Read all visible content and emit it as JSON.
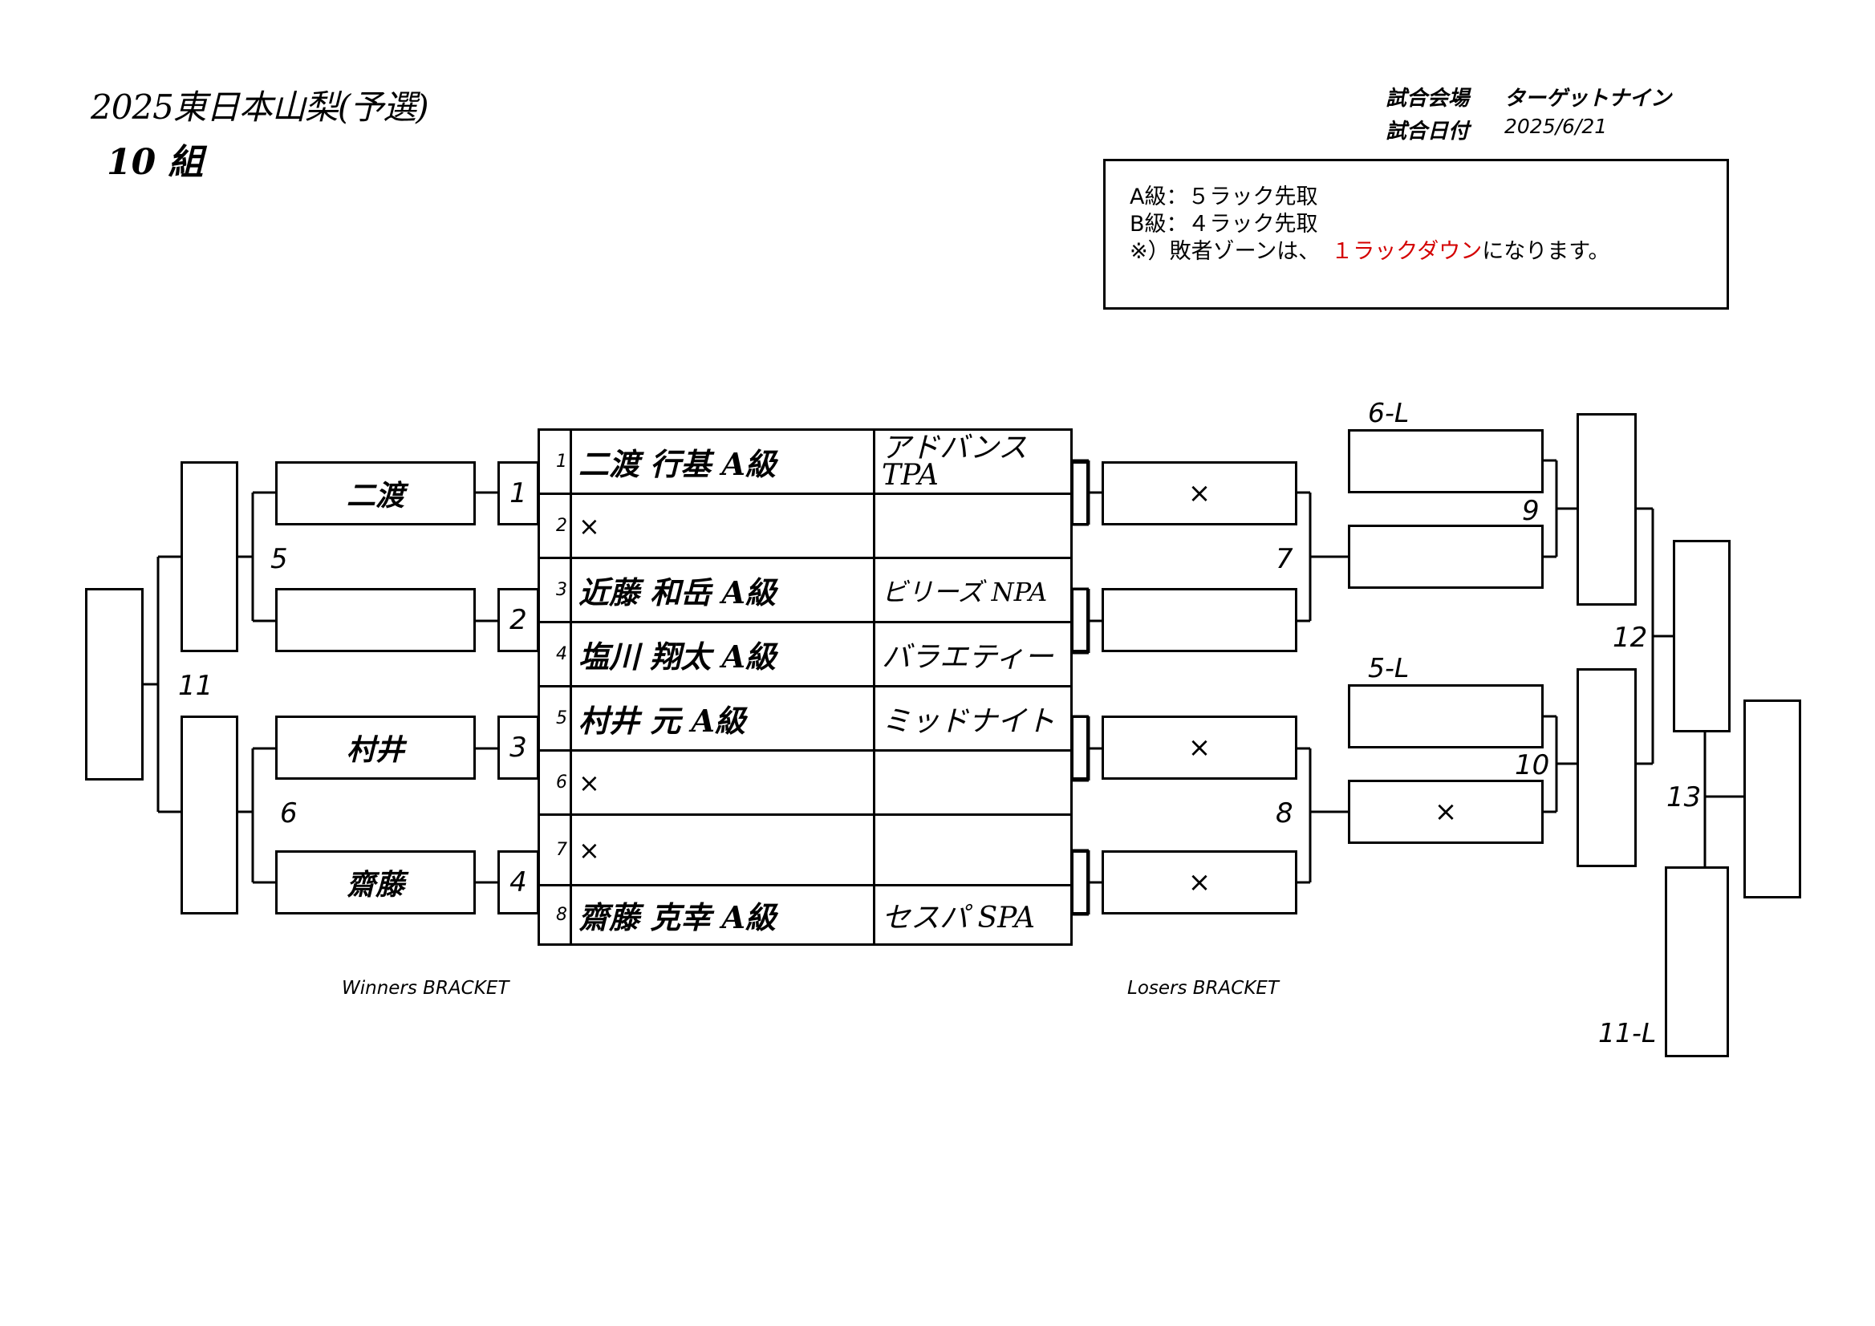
{
  "header": {
    "title": "2025東日本山梨(予選)",
    "group": "10 組",
    "venue_label": "試合会場",
    "venue": "ターゲットナイン",
    "date_label": "試合日付",
    "date": "2025/6/21"
  },
  "rules": {
    "line1": "A級：５ラック先取",
    "line2": "B級：４ラック先取",
    "line3_prefix": "※）敗者ゾーンは、",
    "line3_highlight": "１ラックダウン",
    "line3_suffix": "になります。",
    "highlight_color": "#d40000"
  },
  "players": [
    {
      "num": "1",
      "name": "二渡 行基 A級",
      "club_line1": "アドバンス",
      "club_line2": "TPA"
    },
    {
      "num": "2",
      "name": "×",
      "club_line1": "",
      "club_line2": ""
    },
    {
      "num": "3",
      "name": "近藤 和岳 A級",
      "club_line1": "ビリーズ NPA",
      "club_line2": ""
    },
    {
      "num": "4",
      "name": "塩川 翔太 A級",
      "club_line1": "バラエティー",
      "club_line2": ""
    },
    {
      "num": "5",
      "name": "村井 元 A級",
      "club_line1": "ミッドナイト",
      "club_line2": ""
    },
    {
      "num": "6",
      "name": "×",
      "club_line1": "",
      "club_line2": ""
    },
    {
      "num": "7",
      "name": "×",
      "club_line1": "",
      "club_line2": ""
    },
    {
      "num": "8",
      "name": "齋藤 克幸 A級",
      "club_line1": "セスパ SPA",
      "club_line2": ""
    }
  ],
  "winners": {
    "caption": "Winners BRACKET",
    "r1_winners": [
      "二渡",
      "",
      "村井",
      "齋藤"
    ],
    "match_numbers": {
      "m1": "1",
      "m2": "2",
      "m3": "3",
      "m4": "4",
      "m5": "5",
      "m6": "6",
      "m11": "11"
    }
  },
  "losers": {
    "caption": "Losers BRACKET",
    "r1_boxes": [
      "×",
      "",
      "×",
      "×"
    ],
    "r2_boxes": [
      "",
      "",
      "",
      "×"
    ],
    "labels": {
      "l6": "6-L",
      "l5": "5-L",
      "l11": "11-L"
    },
    "match_numbers": {
      "m7": "7",
      "m8": "8",
      "m9": "9",
      "m10": "10",
      "m12": "12",
      "m13": "13"
    }
  }
}
